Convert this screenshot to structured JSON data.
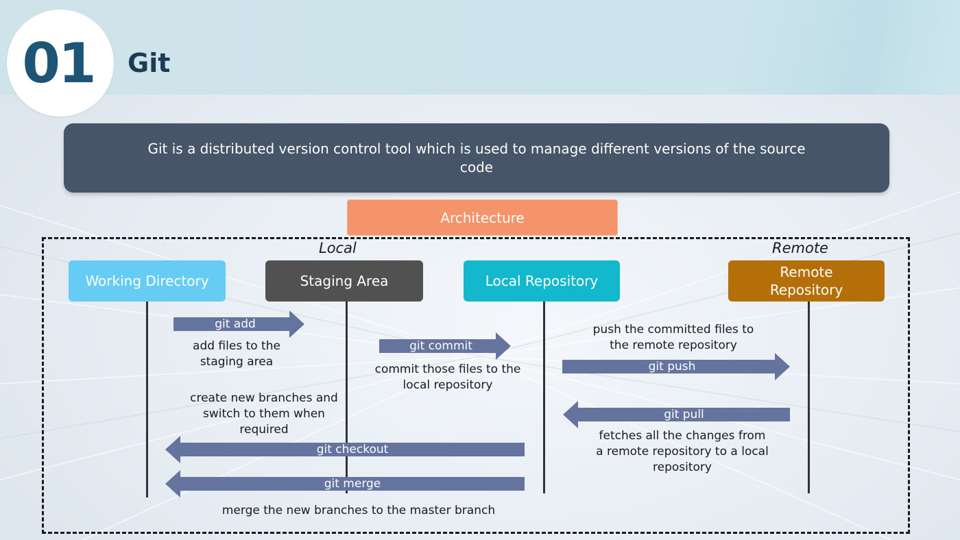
{
  "header": {
    "number": "01",
    "title": "Git"
  },
  "description": "Git is a distributed version control tool which is used to manage different versions of the source code",
  "architecture_label": "Architecture",
  "zones": {
    "local": "Local",
    "remote": "Remote"
  },
  "stages": {
    "working_directory": "Working Directory",
    "staging_area": "Staging Area",
    "local_repository": "Local Repository",
    "remote_repository": "Remote Repository"
  },
  "commands": {
    "git_add": {
      "label": "git add",
      "note": "add files to the staging area"
    },
    "git_commit": {
      "label": "git commit",
      "note": "commit those files to the local repository"
    },
    "git_push": {
      "label": "git push",
      "note": "push the committed files to the remote repository"
    },
    "git_pull": {
      "label": "git pull",
      "note": "fetches all the changes from a remote repository to a local repository"
    },
    "git_checkout": {
      "label": "git checkout",
      "note": "create new branches and switch to them when required"
    },
    "git_merge": {
      "label": "git merge",
      "note": "merge the new branches to the master branch"
    }
  },
  "colors": {
    "working_directory": "#66ccf3",
    "staging_area": "#515151",
    "local_repository": "#14b8cc",
    "remote_repository": "#b56f08",
    "arrow": "#65749e",
    "architecture": "#f5936a",
    "description_box": "#465568",
    "number": "#1e5574"
  }
}
